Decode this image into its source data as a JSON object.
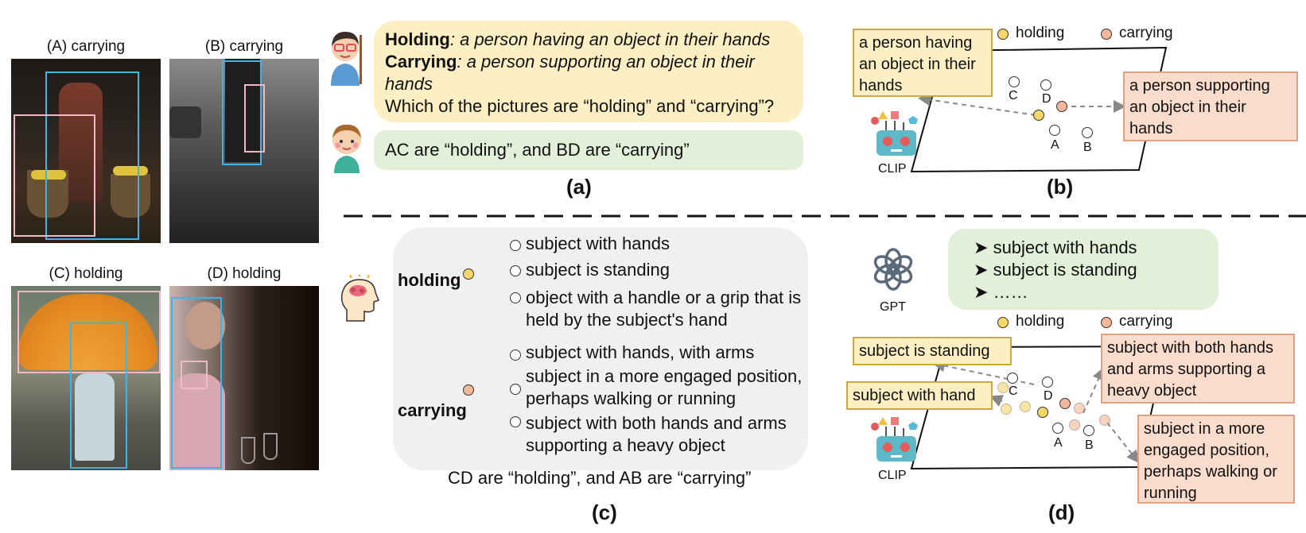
{
  "photos": {
    "a": {
      "caption": "(A) carrying"
    },
    "b": {
      "caption": "(B) carrying"
    },
    "c": {
      "caption": "(C) holding"
    },
    "d": {
      "caption": "(D) holding"
    }
  },
  "panel_a": {
    "holding_term": "Holding",
    "holding_def": ": a person having an object in their hands",
    "carrying_term": "Carrying",
    "carrying_def_1": ": a person supporting an object in their",
    "carrying_def_2": "hands",
    "question": "Which of the pictures are “holding” and “carrying”?",
    "answer": "AC are “holding”, and BD are “carrying”",
    "label": "(a)"
  },
  "panel_b": {
    "legend_holding": "holding",
    "legend_carrying": "carrying",
    "box_holding": "a person having an object in their hands",
    "box_carrying": "a person supporting an object in their hands",
    "points": [
      "C",
      "D",
      "A",
      "B"
    ],
    "model": "CLIP",
    "label": "(b)"
  },
  "panel_c": {
    "holding": "holding",
    "carrying": "carrying",
    "holding_items": [
      "subject with hands",
      "subject is standing",
      "object with a handle or a grip that is",
      "held by the subject's hand"
    ],
    "carrying_items": [
      "subject with hands, with arms",
      "subject in a more engaged position,",
      "perhaps walking or running",
      "subject with both hands and arms",
      "supporting a heavy object"
    ],
    "conclusion": "CD are “holding”, and AB are “carrying”",
    "label": "(c)"
  },
  "panel_d": {
    "gpt_items": [
      "subject with hands",
      "subject is standing",
      "……"
    ],
    "gpt_model": "GPT",
    "legend_holding": "holding",
    "legend_carrying": "carrying",
    "box_standing": "subject is standing",
    "box_hand": "subject with hand",
    "box_both_hands": "subject with both hands and arms supporting a heavy object",
    "box_engaged": "subject in a more engaged position, perhaps walking or running",
    "points": [
      "C",
      "D",
      "A",
      "B"
    ],
    "model": "CLIP",
    "label": "(d)"
  },
  "colors": {
    "yellow_fill": "#fcefc4",
    "green_fill": "#e2f0da",
    "orange_fill": "#f9dccb",
    "holding_dot": "#f7d768",
    "carrying_dot": "#f3b799",
    "bbox_blue": "#3fb4e6",
    "bbox_pink": "#f2b8c6"
  }
}
